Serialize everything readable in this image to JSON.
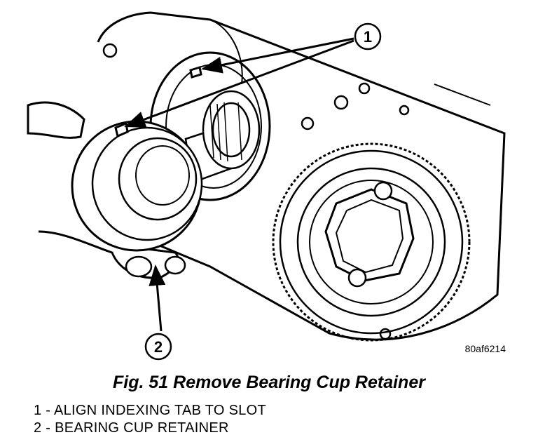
{
  "figure": {
    "code": "80af6214",
    "caption": "Fig. 51 Remove Bearing Cup Retainer",
    "callouts": [
      {
        "number": "1",
        "label": "ALIGN INDEXING TAB TO SLOT"
      },
      {
        "number": "2",
        "label": "BEARING CUP RETAINER"
      }
    ],
    "legend": [
      "1 - ALIGN INDEXING TAB TO SLOT",
      "2 - BEARING CUP RETAINER"
    ]
  }
}
